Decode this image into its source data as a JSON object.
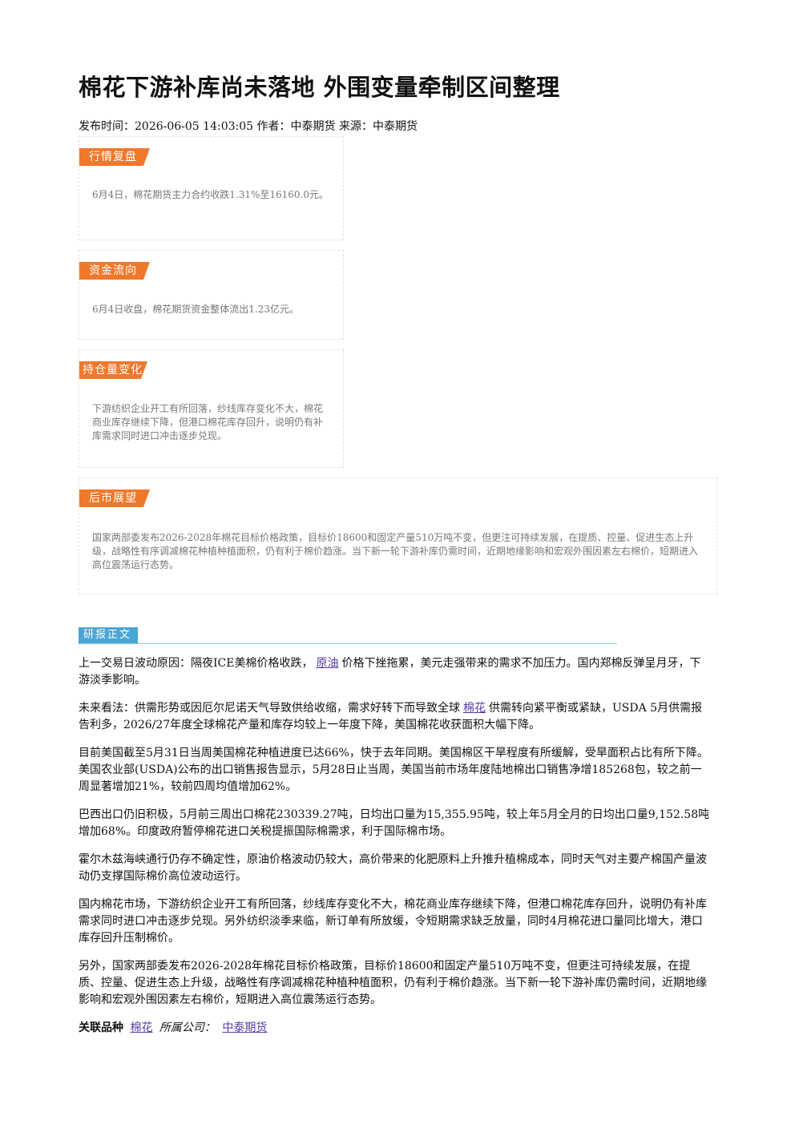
{
  "article": {
    "title": "棉花下游补库尚未落地 外围变量牵制区间整理",
    "meta": "发布时间：2026-06-05 14:03:05 作者：中泰期货 来源：中泰期货"
  },
  "sections": {
    "market": {
      "tag": "行情复盘",
      "text": "6月4日，棉花期货主力合约收跌1.31%至16160.0元。"
    },
    "funds": {
      "tag": "资金流向",
      "text": "6月4日收盘，棉花期货资金整体流出1.23亿元。"
    },
    "position": {
      "tag": "持仓量变化",
      "text": "下游纺织企业开工有所回落，纱线库存变化不大，棉花商业库存继续下降，但港口棉花库存回升，说明仍有补库需求同时进口冲击逐步兑现。"
    },
    "outlook": {
      "tag": "后市展望",
      "text": "国家两部委发布2026-2028年棉花目标价格政策，目标价18600和固定产量510万吨不变，但更注可持续发展，在提质、控量、促进生态上升级，战略性有序调减棉花种植种植面积，仍有利于棉价趋涨。当下新一轮下游补库仍需时间，近期地缘影响和宏观外围因素左右棉价，短期进入高位震荡运行态势。"
    }
  },
  "report": {
    "header": "研报正文",
    "p1_a": "上一交易日波动原因：隔夜ICE美棉价格收跌，",
    "p1_link": "原油",
    "p1_b": "价格下挫拖累，美元走强带来的需求不加压力。国内郑棉反弹呈月牙，下游淡季影响。",
    "p2_a": "未来看法：供需形势或因厄尔尼诺天气导致供给收缩，需求好转下而导致全球",
    "p2_link": "棉花",
    "p2_b": "供需转向紧平衡或紧缺，USDA 5月供需报告利多，2026/27年度全球棉花产量和库存均较上一年度下降，美国棉花收获面积大幅下降。",
    "p3": "目前美国截至5月31日当周美国棉花种植进度已达66%，快于去年同期。美国棉区干旱程度有所缓解，受旱面积占比有所下降。美国农业部(USDA)公布的出口销售报告显示，5月28日止当周，美国当前市场年度陆地棉出口销售净增185268包，较之前一周显著增加21%，较前四周均值增加62%。",
    "p4": "巴西出口仍旧积极，5月前三周出口棉花230339.27吨，日均出口量为15,355.95吨，较上年5月全月的日均出口量9,152.58吨增加68%。印度政府暂停棉花进口关税提振国际棉需求，利于国际棉市场。",
    "p5": "霍尔木兹海峡通行仍存不确定性，原油价格波动仍较大，高价带来的化肥原料上升推升植棉成本，同时天气对主要产棉国产量波动仍支撑国际棉价高位波动运行。",
    "p6": "国内棉花市场，下游纺织企业开工有所回落，纱线库存变化不大，棉花商业库存继续下降，但港口棉花库存回升，说明仍有补库需求同时进口冲击逐步兑现。另外纺织淡季来临，新订单有所放缓，令短期需求缺乏放量，同时4月棉花进口量同比增大，港口库存回升压制棉价。",
    "p7": "另外，国家两部委发布2026-2028年棉花目标价格政策，目标价18600和固定产量510万吨不变，但更注可持续发展，在提质、控量、促进生态上升级，战略性有序调减棉花种植种植面积，仍有利于棉价趋涨。当下新一轮下游补库仍需时间，近期地缘影响和宏观外围因素左右棉价，短期进入高位震荡运行态势。",
    "related_label": "关联品种",
    "related_link": "棉花",
    "company_label": "所属公司：",
    "company_link": "中泰期货"
  }
}
